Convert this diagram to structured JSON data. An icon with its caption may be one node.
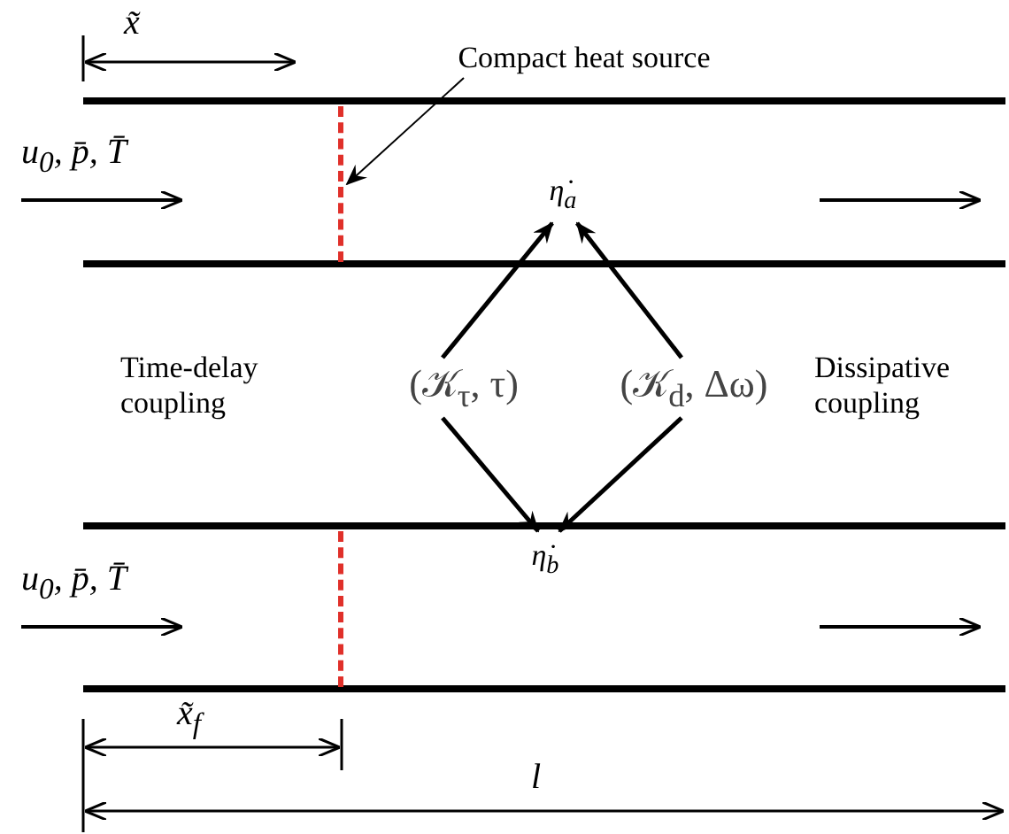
{
  "diagram": {
    "nodes": [
      {
        "text": [
          "Compact heat source"
        ]
      },
      {
        "text": [],
        "shape": "bar"
      },
      {
        "text": [
          "η̇$_{a}$"
        ]
      },
      {
        "text": [
          "(𝒦$_{τ}$, τ)"
        ]
      },
      {
        "text": [
          "(𝒦$_{d}$, Δω)"
        ]
      },
      {
        "text": [
          "η̇$_{b}$"
        ]
      },
      {
        "text": [],
        "shape": "bar"
      }
    ],
    "edges": [
      {
        "from": 0,
        "to": 1,
        "arrow": "to"
      },
      {
        "from": 3,
        "to": 2,
        "arrow": "to"
      },
      {
        "from": 3,
        "to": 5,
        "arrow": "to"
      },
      {
        "from": 4,
        "to": 2,
        "arrow": "to"
      },
      {
        "from": 4,
        "to": 5,
        "arrow": "to"
      }
    ],
    "labels": [
      "x̃",
      "u$_{0}$, p̄, T̄",
      "Time-delay coupling",
      "Dissipative coupling",
      "u$_{0}$, p̄, T̄",
      "x̃$_{f}$",
      "l"
    ]
  }
}
